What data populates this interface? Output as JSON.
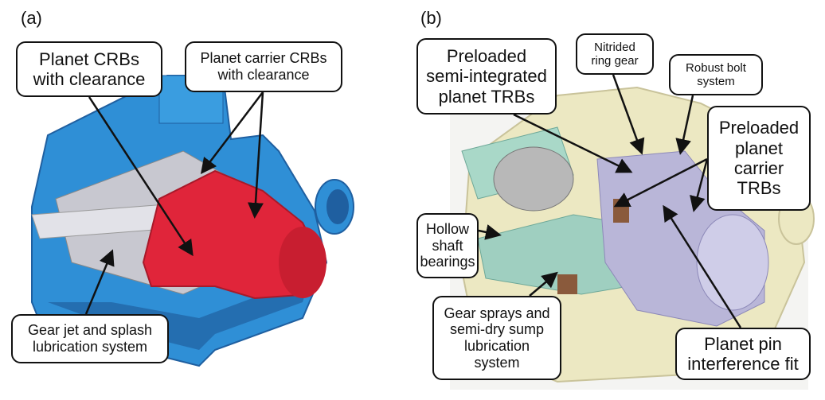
{
  "figure": {
    "panels": [
      {
        "label": "(a)",
        "colors": {
          "housing": "#2f8fd6",
          "housing_dark": "#1f5fa0",
          "carrier": "#e0253a",
          "internals": "#c8c8d0"
        },
        "callouts": [
          {
            "text": "Planet CRBs\nwith clearance"
          },
          {
            "text": "Planet carrier CRBs\nwith clearance"
          },
          {
            "text": "Gear jet and splash\nlubrication system"
          }
        ]
      },
      {
        "label": "(b)",
        "colors": {
          "housing": "#ece8c2",
          "carrier": "#b9b6d8",
          "shaft": "#9fcfc0",
          "bearings": "#8a5a3c"
        },
        "callouts": [
          {
            "text": "Preloaded\nsemi-integrated\nplanet TRBs"
          },
          {
            "text": "Nitrided\nring gear"
          },
          {
            "text": "Robust bolt\nsystem"
          },
          {
            "text": "Preloaded\nplanet\ncarrier\nTRBs"
          },
          {
            "text": "Hollow\nshaft\nbearings"
          },
          {
            "text": "Gear sprays and\nsemi-dry sump\nlubrication\nsystem"
          },
          {
            "text": "Planet pin\ninterference fit"
          }
        ]
      }
    ]
  }
}
